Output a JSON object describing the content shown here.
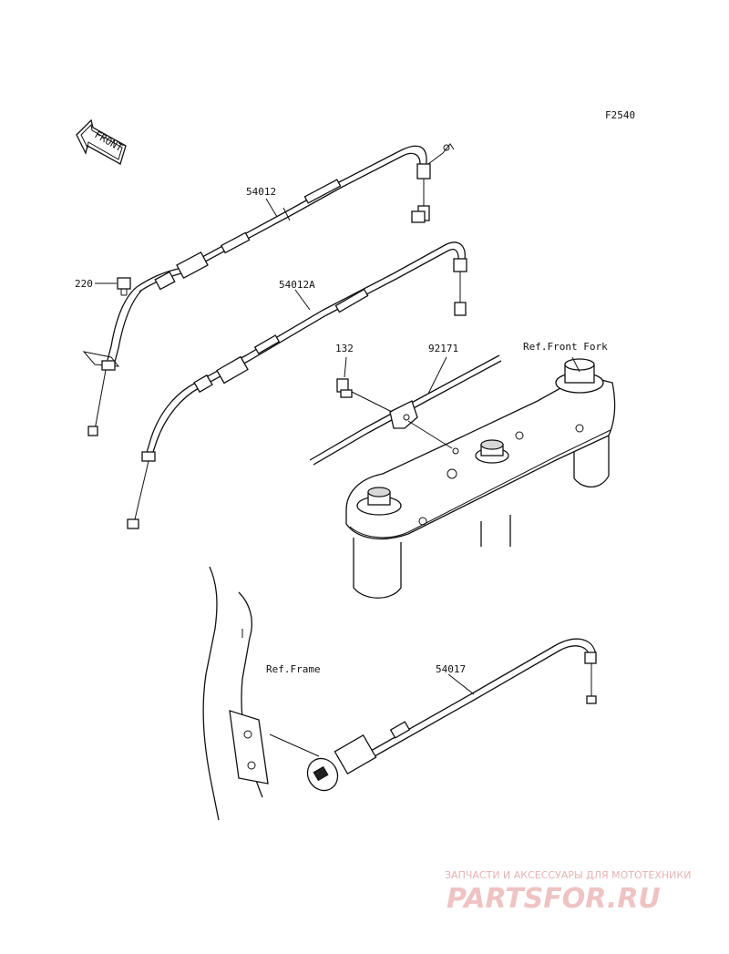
{
  "figure_code": "F2540",
  "front_label": "FRONT",
  "callouts": {
    "part_54012": "54012",
    "part_54012A": "54012A",
    "part_220": "220",
    "part_132": "132",
    "part_92171": "92171",
    "ref_front_fork": "Ref.Front Fork",
    "ref_frame": "Ref.Frame",
    "part_54017": "54017"
  },
  "watermark": {
    "tagline": "ЗАПЧАСТИ И АКСЕССУАРЫ ДЛЯ МОТОТЕХНИКИ",
    "brand": "PARTSFOR.RU"
  }
}
